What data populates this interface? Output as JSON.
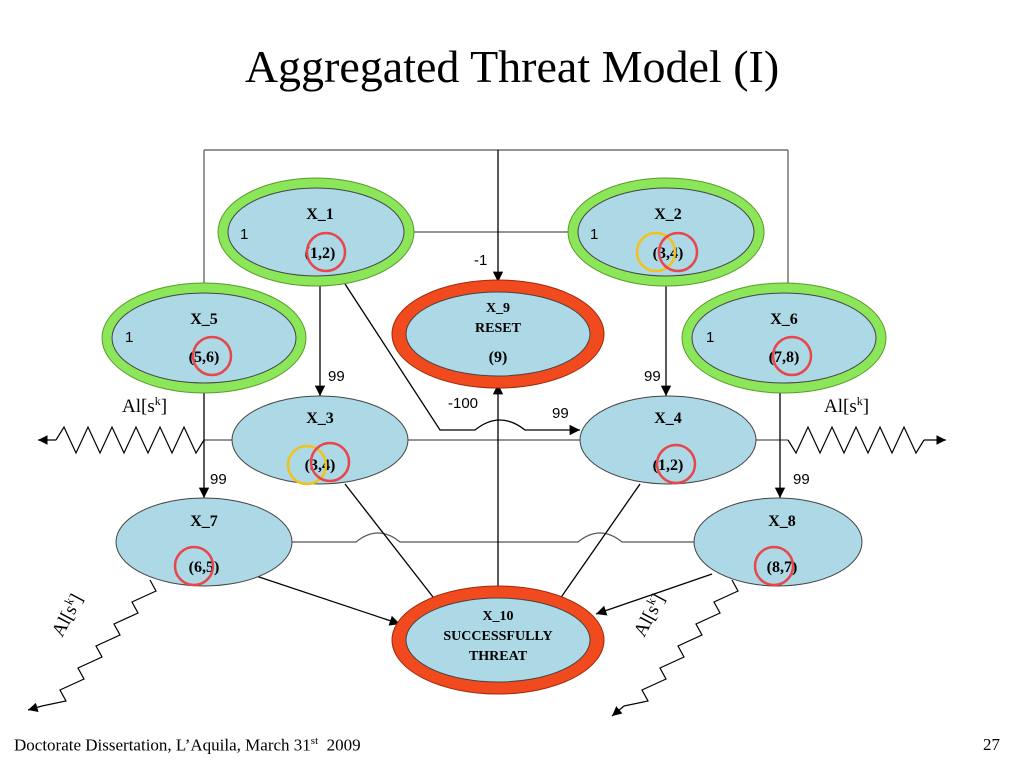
{
  "title": "Aggregated Threat Model (I)",
  "footer": {
    "text": "Doctorate Dissertation, L’Aquila, March 31",
    "sup": "st",
    "year": "  2009"
  },
  "page_number": "27",
  "colors": {
    "node_fill": "#add8e6",
    "outer_green": "#8ce65a",
    "outer_red": "#f04a1e",
    "circle_red": "#e8464a",
    "circle_yellow": "#f2c21a"
  },
  "nodes": {
    "x1": {
      "label": "X_1",
      "value": "(1,2)",
      "weight": "1"
    },
    "x2": {
      "label": "X_2",
      "value": "(3,4)",
      "weight": "1"
    },
    "x3": {
      "label": "X_3",
      "value": "(3,4)"
    },
    "x4": {
      "label": "X_4",
      "value": "(1,2)"
    },
    "x5": {
      "label": "X_5",
      "value": "(5,6)",
      "weight": "1"
    },
    "x6": {
      "label": "X_6",
      "value": "(7,8)",
      "weight": "1"
    },
    "x7": {
      "label": "X_7",
      "value": "(6,5)"
    },
    "x8": {
      "label": "X_8",
      "value": "(8,7)"
    },
    "x9": {
      "label": "X_9",
      "line2": "RESET",
      "value": "(9)"
    },
    "x10": {
      "label": "X_10",
      "line2": "SUCCESSFULLY",
      "line3": "THREAT"
    }
  },
  "edge_labels": {
    "reset_in": "-1",
    "reset_out": "-100",
    "x1_x3": "99",
    "x2_x4": "99",
    "x1_x4": "99",
    "x5_x7": "99",
    "x6_x8": "99"
  },
  "alert": {
    "base": "Al[s",
    "sup": "k",
    "close": "]"
  }
}
